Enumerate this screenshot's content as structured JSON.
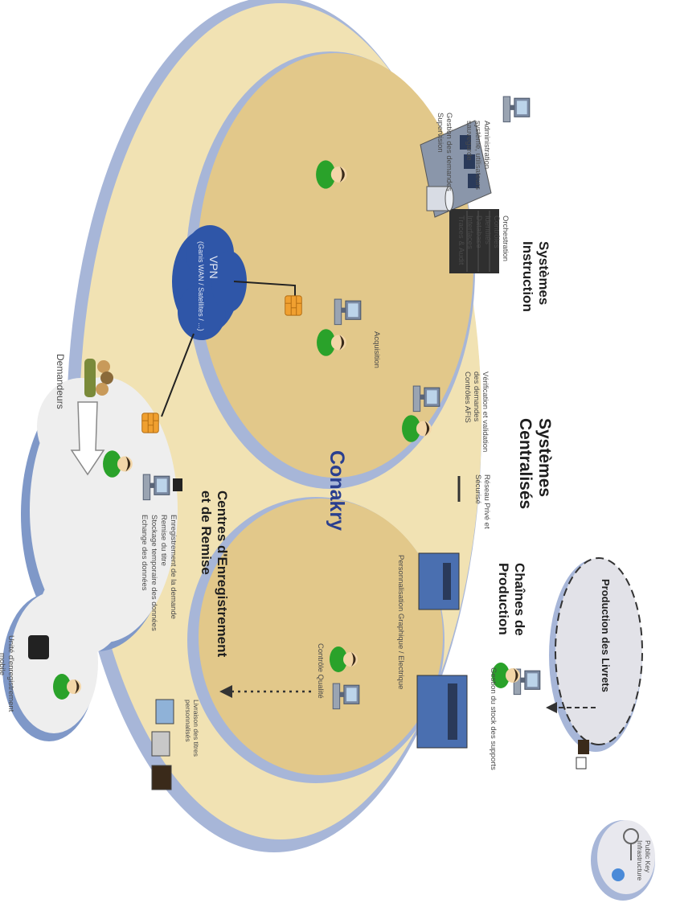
{
  "header_fragments": {
    "left": "",
    "right": ""
  },
  "city": "Conakry",
  "centralized": {
    "title_line1": "Systèmes",
    "title_line2": "Centralisés"
  },
  "instruction": {
    "title_line1": "Systèmes",
    "title_line2": "Instruction",
    "admin": [
      "Administration",
      "système, utilisateurs",
      "sauvegarde"
    ],
    "supervision": [
      "Gestion des demandes",
      "Supervision"
    ],
    "servers": [
      "Orchestration",
      "Contrôles",
      "Identités",
      "Database",
      "Interfaces",
      "Traces & Audit"
    ],
    "acquisition": "Acquisition",
    "verification": [
      "Vérification et validation",
      "des demandes",
      "Contrôles AFIS"
    ],
    "link": [
      "Réseau Privé et",
      "Sécurisé"
    ]
  },
  "vpn": {
    "line1": "VPN",
    "line2": "(Ganis WAN / Satellites / ...)"
  },
  "applicants": "Demandeurs",
  "registration": {
    "title_line1": "Centres d'Enregistrement",
    "title_line2": "et de Remise",
    "items": [
      "Enregistrement de la demande",
      "Remise du titre",
      "Stockage temporaire des données",
      "Echange des données"
    ]
  },
  "mobile": [
    "Unité d'enregistrement",
    "mobile"
  ],
  "production": {
    "title_line1": "Chaînes de",
    "title_line2": "Production",
    "stock": "Gestion du stock des supports",
    "personalisation": "Personnalisation Graphique / Electrique",
    "quality": "Contrôle Qualité"
  },
  "booklets": "Production des Livrets",
  "pki": [
    "Public Key",
    "Infrastructure"
  ],
  "delivery": [
    "Livraison des titres",
    "personnalisés"
  ],
  "colors": {
    "outer_ellipse": "#f1e2b3",
    "inner_ellipse": "#e2c88a",
    "ellipse_rim": "#a7b6d8",
    "cloud": "#eeeeee",
    "vpn": "#2f56a8",
    "person_body": "#2aa22a",
    "firewall": "#f0a030"
  }
}
